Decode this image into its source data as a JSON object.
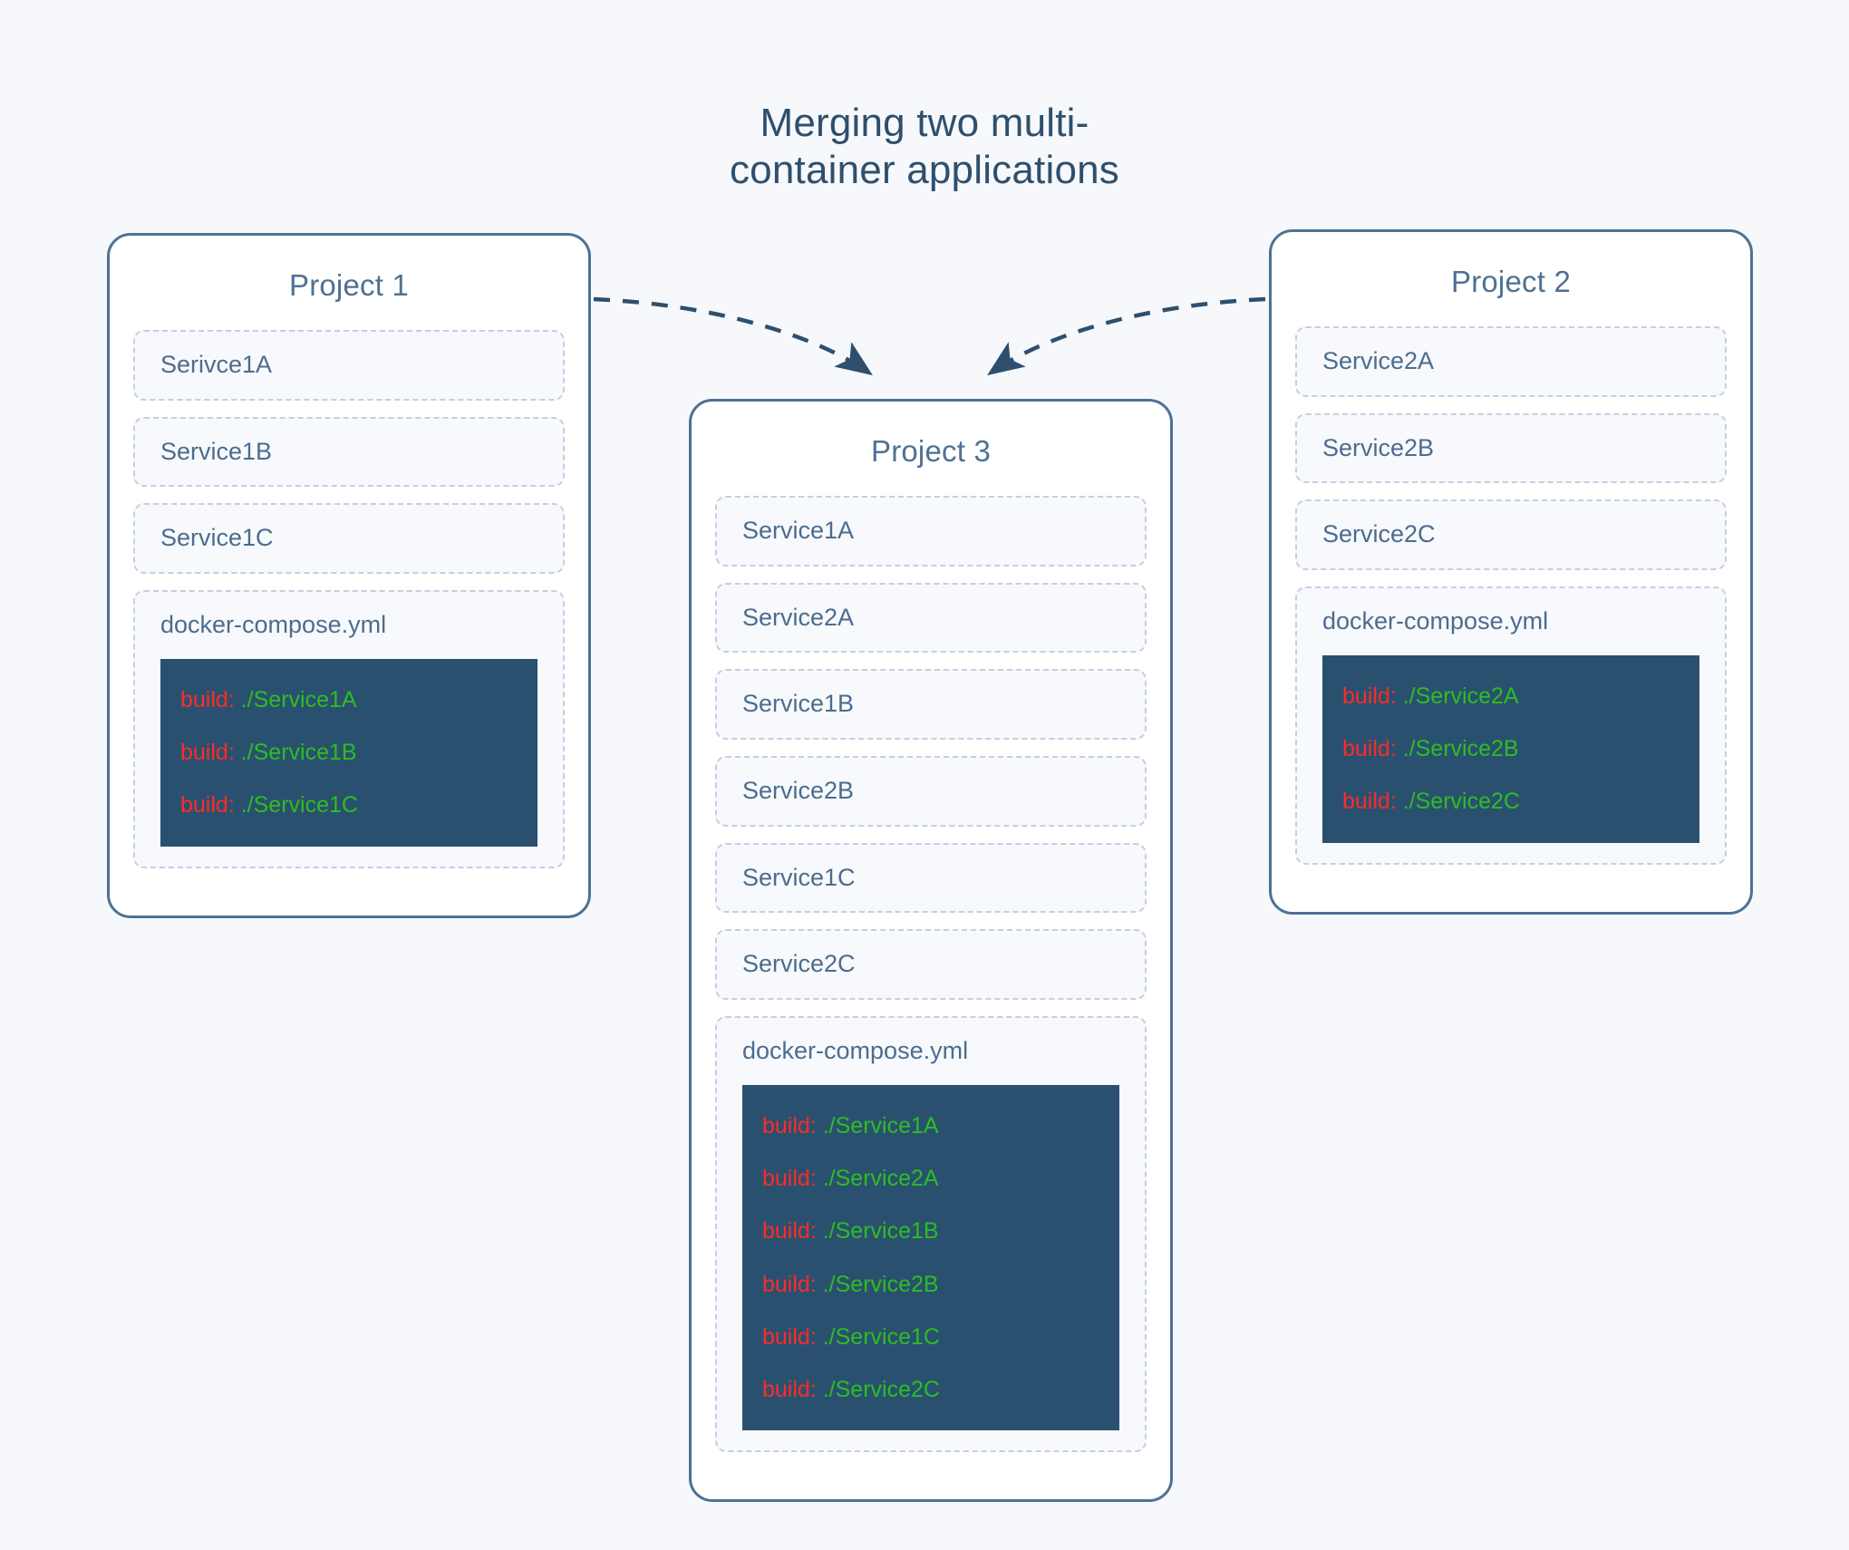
{
  "title": {
    "line1": "Merging two multi-",
    "line2": "container applications",
    "color": "#2e4f6e"
  },
  "colors": {
    "background": "#f6f8fb",
    "panel_border": "#4e7196",
    "panel_fill": "#ffffff",
    "panel_title_text": "#4e7193",
    "service_border": "#c5cfe0",
    "service_fill": "#f7f9fc",
    "service_text": "#4c6c8e",
    "code_background": "#2a5070",
    "code_key": "#ff2b26",
    "code_value": "#2dbd20",
    "arrow": "#2e4f6e"
  },
  "panels": [
    {
      "id": "project-1",
      "title": "Project 1",
      "services": [
        "Serivce1A",
        "Service1B",
        "Service1C"
      ],
      "file": {
        "name": "docker-compose.yml",
        "lines": [
          {
            "key": "build:",
            "value": "./Service1A"
          },
          {
            "key": "build:",
            "value": "./Service1B"
          },
          {
            "key": "build:",
            "value": "./Service1C"
          }
        ]
      }
    },
    {
      "id": "project-3",
      "title": "Project 3",
      "services": [
        "Service1A",
        "Service2A",
        "Service1B",
        "Service2B",
        "Service1C",
        "Service2C"
      ],
      "file": {
        "name": "docker-compose.yml",
        "lines": [
          {
            "key": "build:",
            "value": "./Service1A"
          },
          {
            "key": "build:",
            "value": "./Service2A"
          },
          {
            "key": "build:",
            "value": "./Service1B"
          },
          {
            "key": "build:",
            "value": "./Service2B"
          },
          {
            "key": "build:",
            "value": "./Service1C"
          },
          {
            "key": "build:",
            "value": "./Service2C"
          }
        ]
      }
    },
    {
      "id": "project-2",
      "title": "Project 2",
      "services": [
        "Service2A",
        "Service2B",
        "Service2C"
      ],
      "file": {
        "name": "docker-compose.yml",
        "lines": [
          {
            "key": "build:",
            "value": "./Service2A"
          },
          {
            "key": "build:",
            "value": "./Service2B"
          },
          {
            "key": "build:",
            "value": "./Service2C"
          }
        ]
      }
    }
  ],
  "arrows": [
    {
      "name": "arrow-project1-to-project3",
      "from": "Project 1",
      "to": "Project 3",
      "style": "dashed-curved"
    },
    {
      "name": "arrow-project2-to-project3",
      "from": "Project 2",
      "to": "Project 3",
      "style": "dashed-curved"
    }
  ]
}
